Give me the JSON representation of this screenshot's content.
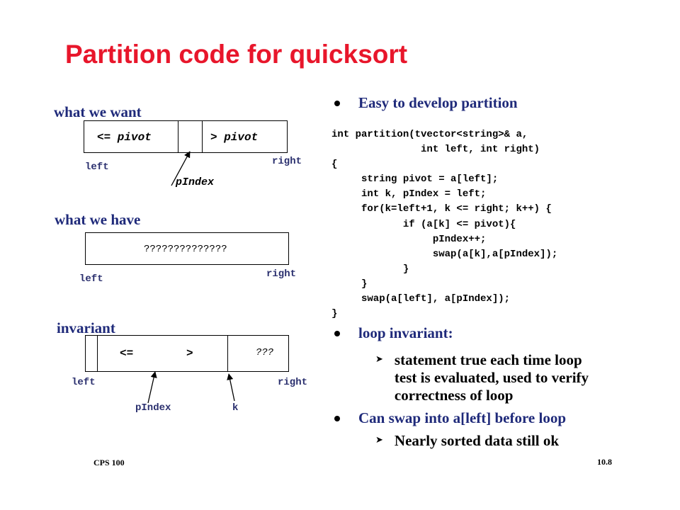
{
  "slide": {
    "title": "Partition code for quicksort",
    "footer_left": "CPS 100",
    "footer_right": "10.8"
  },
  "diagram_want": {
    "heading": "what we want",
    "cell_left": "<= pivot",
    "cell_right": "> pivot",
    "label_left": "left",
    "label_right": "right",
    "pointer": "pIndex"
  },
  "diagram_have": {
    "heading": "what we have",
    "cell_text": "??????????????",
    "label_left": "left",
    "label_right": "right"
  },
  "diagram_invariant": {
    "heading": "invariant",
    "cell_le": "<=",
    "cell_gt": ">",
    "cell_unknown": "???",
    "label_left": "left",
    "label_right": "right",
    "pointer_p": "pIndex",
    "pointer_k": "k"
  },
  "content": {
    "bullet1": "Easy to develop partition",
    "code": "int partition(tvector<string>& a,\n               int left, int right)\n{\n     string pivot = a[left];\n     int k, pIndex = left;\n     for(k=left+1, k <= right; k++) {\n            if (a[k] <= pivot){\n                 pIndex++;\n                 swap(a[k],a[pIndex]);\n            }\n     }\n     swap(a[left], a[pIndex]);\n}",
    "bullet2": "loop invariant:",
    "sub2_line1": "statement true each time loop",
    "sub2_line2": "test is evaluated, used to verify",
    "sub2_line3": "correctness of loop",
    "bullet3": "Can swap into a[left] before loop",
    "sub3": "Nearly sorted data still ok"
  }
}
